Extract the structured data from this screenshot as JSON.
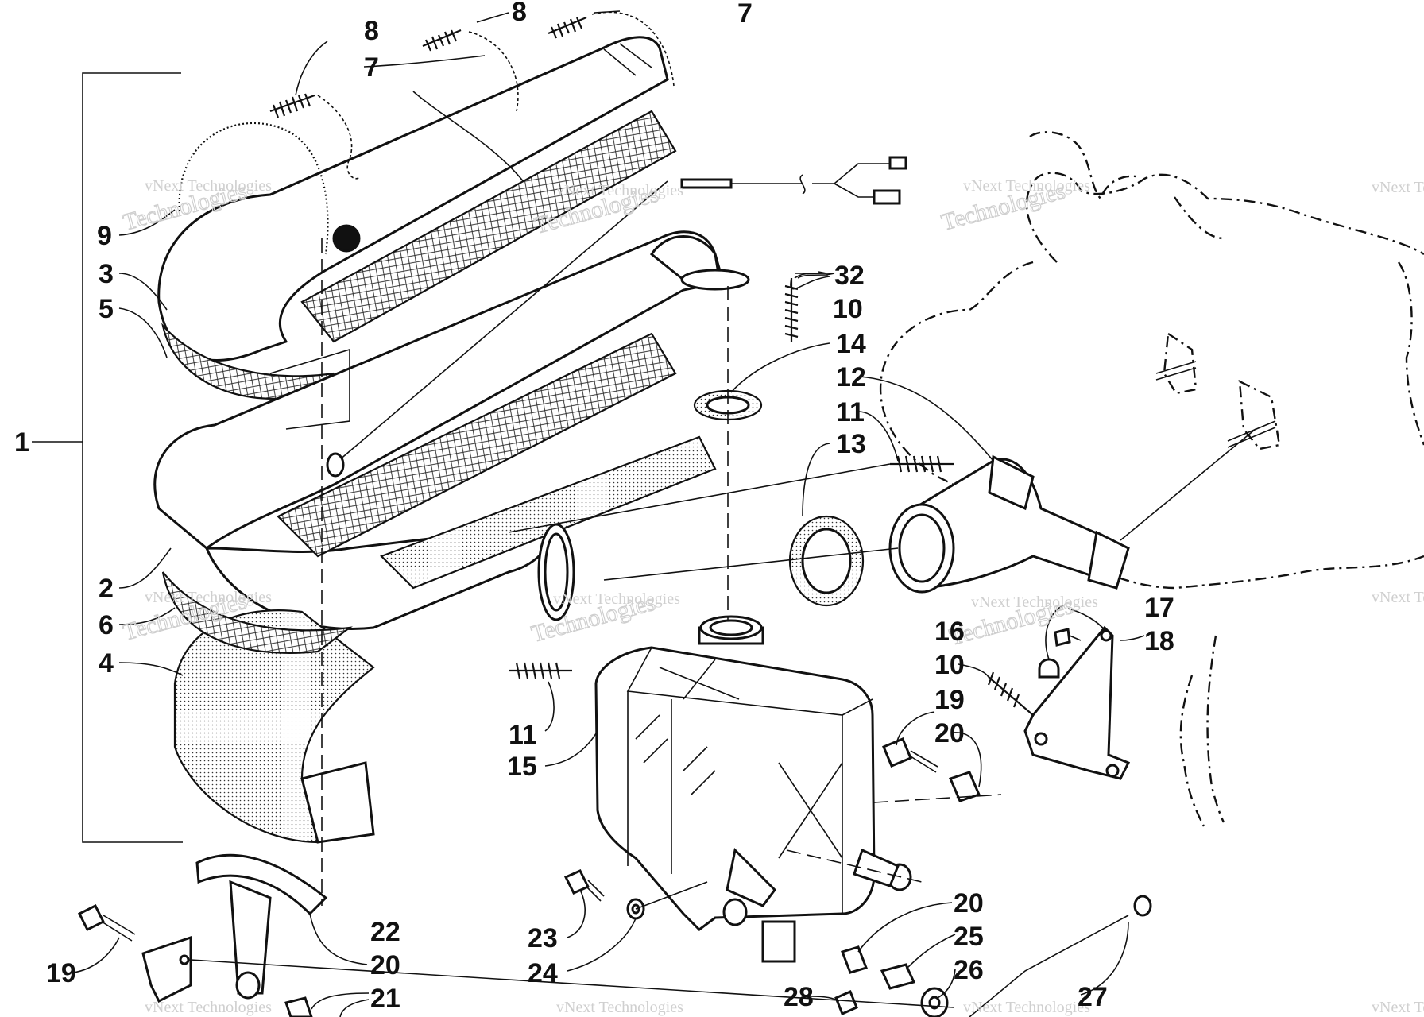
{
  "watermark": {
    "line1": "vNext Technologies",
    "line2": "Technologies"
  },
  "callouts": [
    {
      "id": "c1",
      "label": "1"
    },
    {
      "id": "c2",
      "label": "2"
    },
    {
      "id": "c3",
      "label": "3"
    },
    {
      "id": "c4",
      "label": "4"
    },
    {
      "id": "c5",
      "label": "5"
    },
    {
      "id": "c6",
      "label": "6"
    },
    {
      "id": "c7a",
      "label": "7"
    },
    {
      "id": "c7b",
      "label": "7"
    },
    {
      "id": "c8a",
      "label": "8"
    },
    {
      "id": "c8b",
      "label": "8"
    },
    {
      "id": "c9",
      "label": "9"
    },
    {
      "id": "c10a",
      "label": "10"
    },
    {
      "id": "c10b",
      "label": "10"
    },
    {
      "id": "c11a",
      "label": "11"
    },
    {
      "id": "c11b",
      "label": "11"
    },
    {
      "id": "c12",
      "label": "12"
    },
    {
      "id": "c13",
      "label": "13"
    },
    {
      "id": "c14",
      "label": "14"
    },
    {
      "id": "c15",
      "label": "15"
    },
    {
      "id": "c16",
      "label": "16"
    },
    {
      "id": "c17",
      "label": "17"
    },
    {
      "id": "c18",
      "label": "18"
    },
    {
      "id": "c19a",
      "label": "19"
    },
    {
      "id": "c19b",
      "label": "19"
    },
    {
      "id": "c20a",
      "label": "20"
    },
    {
      "id": "c20b",
      "label": "20"
    },
    {
      "id": "c20c",
      "label": "20"
    },
    {
      "id": "c21",
      "label": "21"
    },
    {
      "id": "c22",
      "label": "22"
    },
    {
      "id": "c23",
      "label": "23"
    },
    {
      "id": "c24",
      "label": "24"
    },
    {
      "id": "c25",
      "label": "25"
    },
    {
      "id": "c26",
      "label": "26"
    },
    {
      "id": "c27",
      "label": "27"
    },
    {
      "id": "c28",
      "label": "28"
    },
    {
      "id": "c32",
      "label": "32"
    }
  ]
}
